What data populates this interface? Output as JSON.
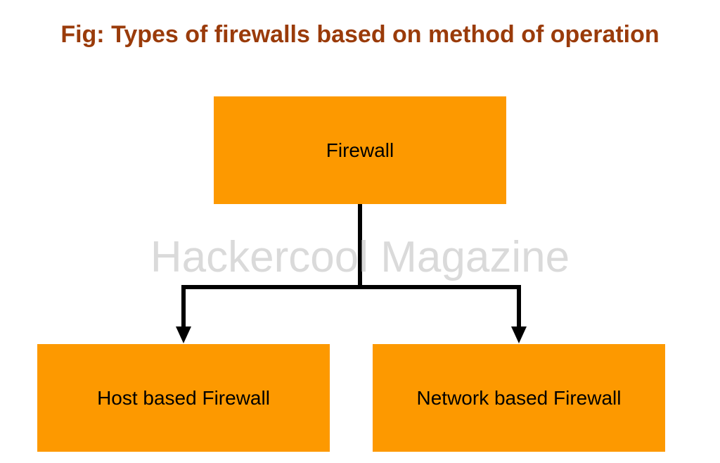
{
  "title": "Fig: Types of firewalls based on method of operation",
  "watermark": "Hackercool Magazine",
  "nodes": {
    "root": {
      "label": "Firewall"
    },
    "children": [
      {
        "label": "Host based Firewall"
      },
      {
        "label": "Network based Firewall"
      }
    ]
  },
  "colors": {
    "title": "#9a3b0a",
    "box_fill": "#fd9900",
    "connector": "#000000",
    "watermark": "#d4d4d4"
  }
}
